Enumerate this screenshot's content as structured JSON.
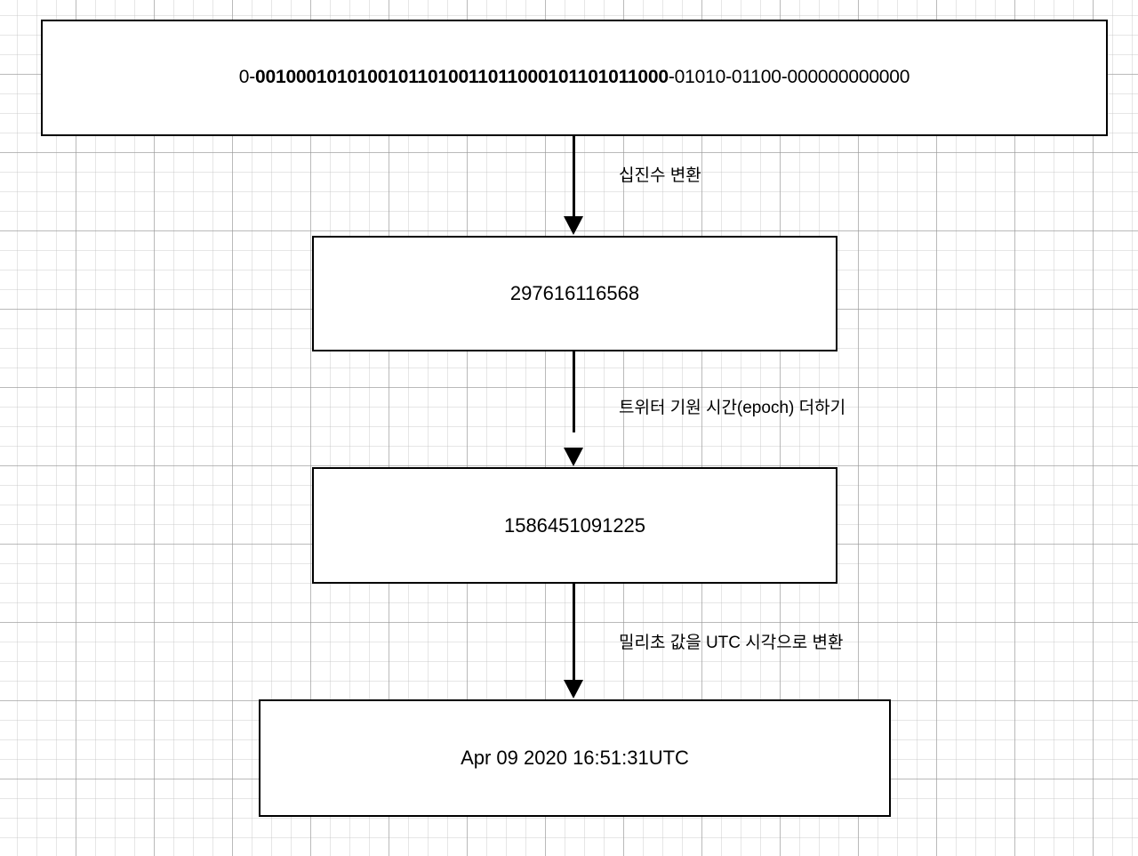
{
  "diagram": {
    "title": "Twitter Snowflake ID decoding steps",
    "background": "graph-paper",
    "colors": {
      "stroke": "#000000",
      "fill": "#ffffff",
      "grid_minor": "#bebebe",
      "grid_major": "#969696"
    }
  },
  "nodes": [
    {
      "id": "binary",
      "label_prefix": "0-",
      "label_bold": "0010001010100101101001101100010110101 1000",
      "label_suffix": "-01010-01100-000000000000",
      "full_text": "0-00100010101001011010011011000101101011000-01010-01100-000000000000"
    },
    {
      "id": "decimal",
      "label": "297616116568"
    },
    {
      "id": "epoch",
      "label": "1586451091225"
    },
    {
      "id": "utc",
      "label": "Apr 09 2020 16:51:31UTC"
    }
  ],
  "binary_parts": {
    "sign_bit": "0",
    "timestamp_bits": "00100010101001011010011011000101101011000",
    "datacenter_bits": "01010",
    "worker_bits": "01100",
    "sequence_bits": "000000000000",
    "separator": "-"
  },
  "edges": [
    {
      "id": "edge-1",
      "from": "binary",
      "to": "decimal",
      "label": "십진수 변환"
    },
    {
      "id": "edge-2",
      "from": "decimal",
      "to": "epoch",
      "label": "트위터 기원 시간(epoch) 더하기"
    },
    {
      "id": "edge-3",
      "from": "epoch",
      "to": "utc",
      "label": "밀리초 값을 UTC 시각으로 변환"
    }
  ]
}
